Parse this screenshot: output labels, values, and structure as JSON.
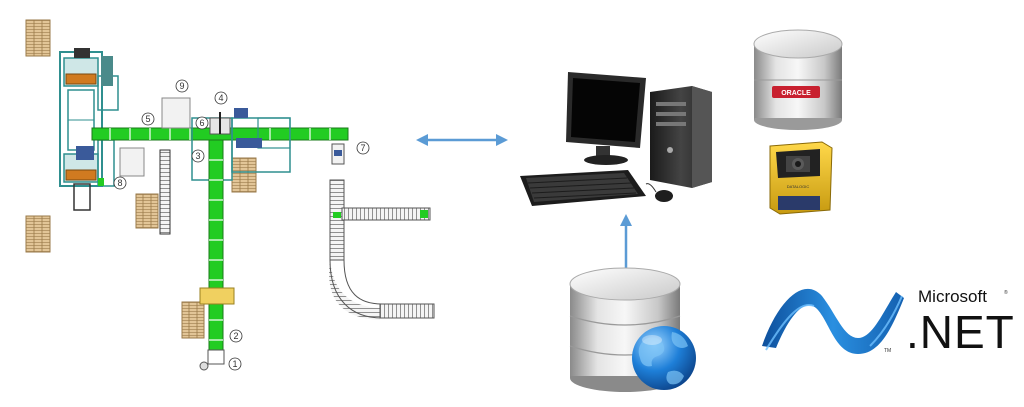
{
  "layout_labels": {
    "station_1": "1",
    "station_2": "2",
    "station_3": "3",
    "station_4": "4",
    "station_5": "5",
    "station_6": "6",
    "station_7": "7",
    "station_8": "8",
    "station_9": "9"
  },
  "oracle_label": "ORACLE",
  "scanner_brand": "DATALOGIC",
  "dotnet": {
    "vendor": "Microsoft",
    "registered_mark": "®",
    "product": ".NET",
    "trademark": "TM"
  },
  "colors": {
    "conveyor_green": "#22cc22",
    "frame_teal": "#2f8f8f",
    "arrow_blue": "#5b9bd5",
    "oracle_red": "#c8202f",
    "scanner_yellow": "#f0c020",
    "dotnet_blue": "#1b7bd0",
    "globe_blue": "#1e7fd8",
    "pallet_tan": "#d8b88a"
  },
  "icons": [
    "workstation-icon",
    "oracle-database-icon",
    "barcode-scanner-icon",
    "web-database-icon",
    "dotnet-logo-icon",
    "bidirectional-arrow-icon"
  ]
}
